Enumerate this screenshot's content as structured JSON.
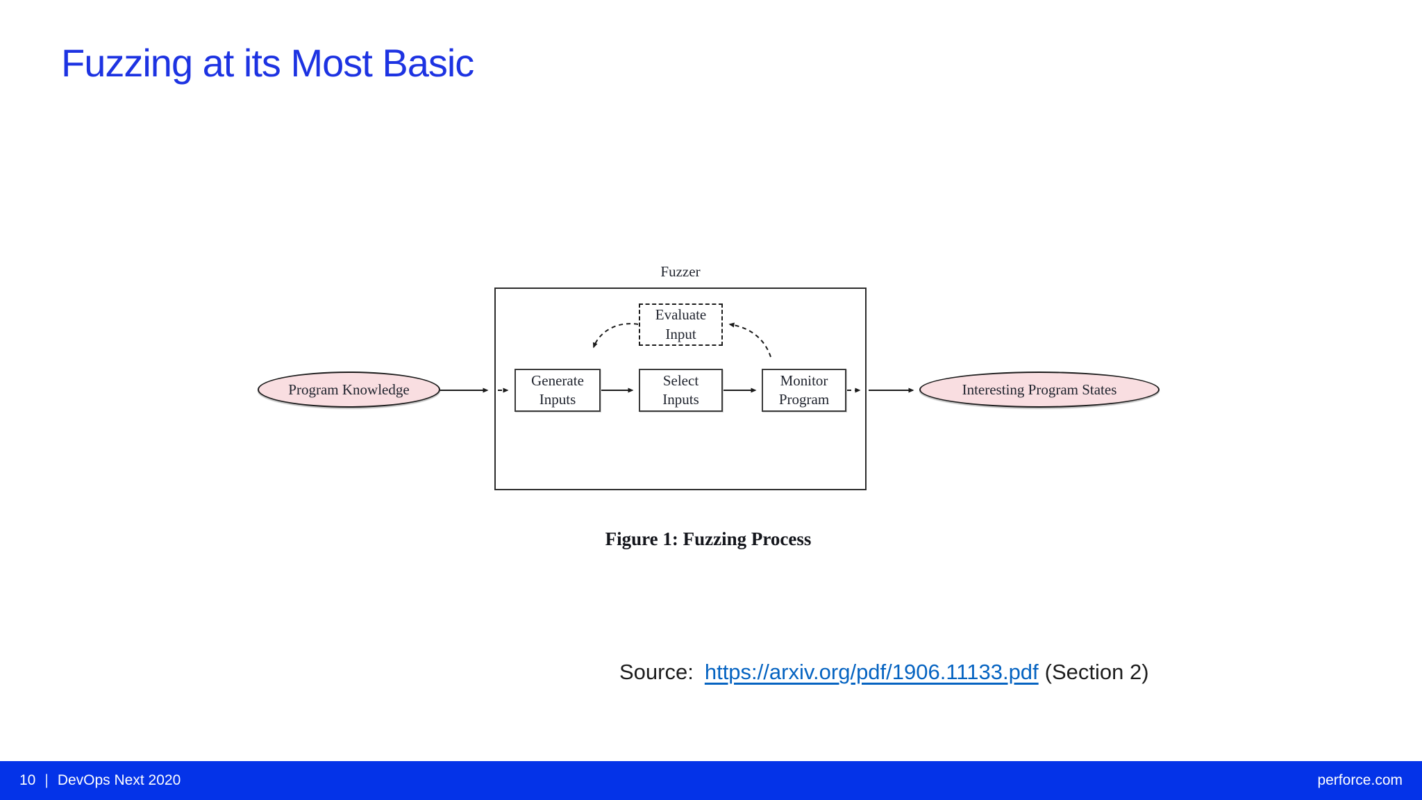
{
  "slide_title": "Fuzzing at its Most Basic",
  "figure": {
    "container_label": "Fuzzer",
    "caption": "Figure 1: Fuzzing Process",
    "nodes": {
      "program_knowledge": "Program Knowledge",
      "generate_inputs": "Generate Inputs",
      "select_inputs": "Select Inputs",
      "monitor_program": "Monitor Program",
      "evaluate_input": "Evaluate Input",
      "interesting_program_states": "Interesting Program States"
    }
  },
  "source": {
    "label": "Source:",
    "link_text": "https://arxiv.org/pdf/1906.11133.pdf",
    "suffix": "(Section 2)"
  },
  "footer": {
    "page_number": "10",
    "divider": "|",
    "event_name": "DevOps Next 2020",
    "website": "perforce.com"
  },
  "colors": {
    "title_blue": "#1d33e2",
    "footer_blue": "#0433e8",
    "link_blue": "#0563c1",
    "node_pink": "#f9dee1",
    "diagram_ink": "#20242e",
    "arrow_black": "#1a1a1a"
  }
}
